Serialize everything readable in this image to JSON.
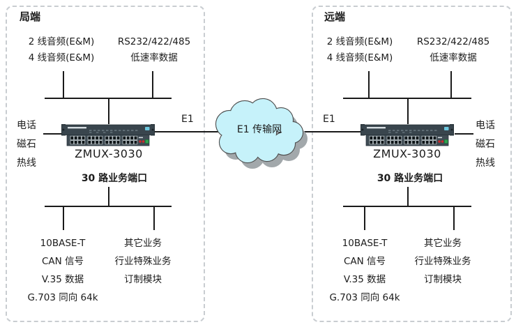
{
  "diagram": {
    "cloud": {
      "label": "E1 传输网",
      "fill": "#c6f2fa",
      "shadow_color": "#a2a8ab",
      "stroke": "#4d4d4d"
    },
    "panels": [
      {
        "title": "局端",
        "audio_lines": [
          "2 线音频(E&M)",
          "4 线音频(E&M)"
        ],
        "serial_lines": [
          "RS232/422/485",
          "低速率数据"
        ],
        "phone_lines": [
          "电话",
          "磁石",
          "热线"
        ],
        "e1_label": "E1",
        "device_label": "ZMUX-3030",
        "ports_label": "30 路业务端口",
        "data_lines": [
          "10BASE-T",
          "CAN 信号",
          "V.35 数据",
          "G.703 同向 64k"
        ],
        "other_lines": [
          "其它业务",
          "行业特殊业务",
          "订制模块"
        ]
      },
      {
        "title": "远端",
        "audio_lines": [
          "2 线音频(E&M)",
          "4 线音频(E&M)"
        ],
        "serial_lines": [
          "RS232/422/485",
          "低速率数据"
        ],
        "phone_lines": [
          "电话",
          "磁石",
          "热线"
        ],
        "e1_label": "E1",
        "device_label": "ZMUX-3030",
        "ports_label": "30 路业务端口",
        "data_lines": [
          "10BASE-T",
          "CAN 信号",
          "V.35 数据",
          "G.703 同向 64k"
        ],
        "other_lines": [
          "其它业务",
          "行业特殊业务",
          "订制模块"
        ]
      }
    ]
  }
}
